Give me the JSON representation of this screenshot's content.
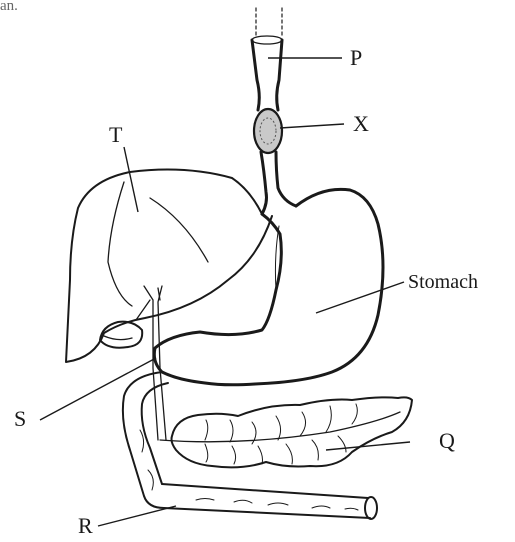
{
  "caption_fragment": "an.",
  "labels": {
    "P": "P",
    "X": "X",
    "T": "T",
    "stomach": "Stomach",
    "S": "S",
    "Q": "Q",
    "R": "R"
  },
  "colors": {
    "ink": "#1a1a1a",
    "background": "#ffffff"
  }
}
